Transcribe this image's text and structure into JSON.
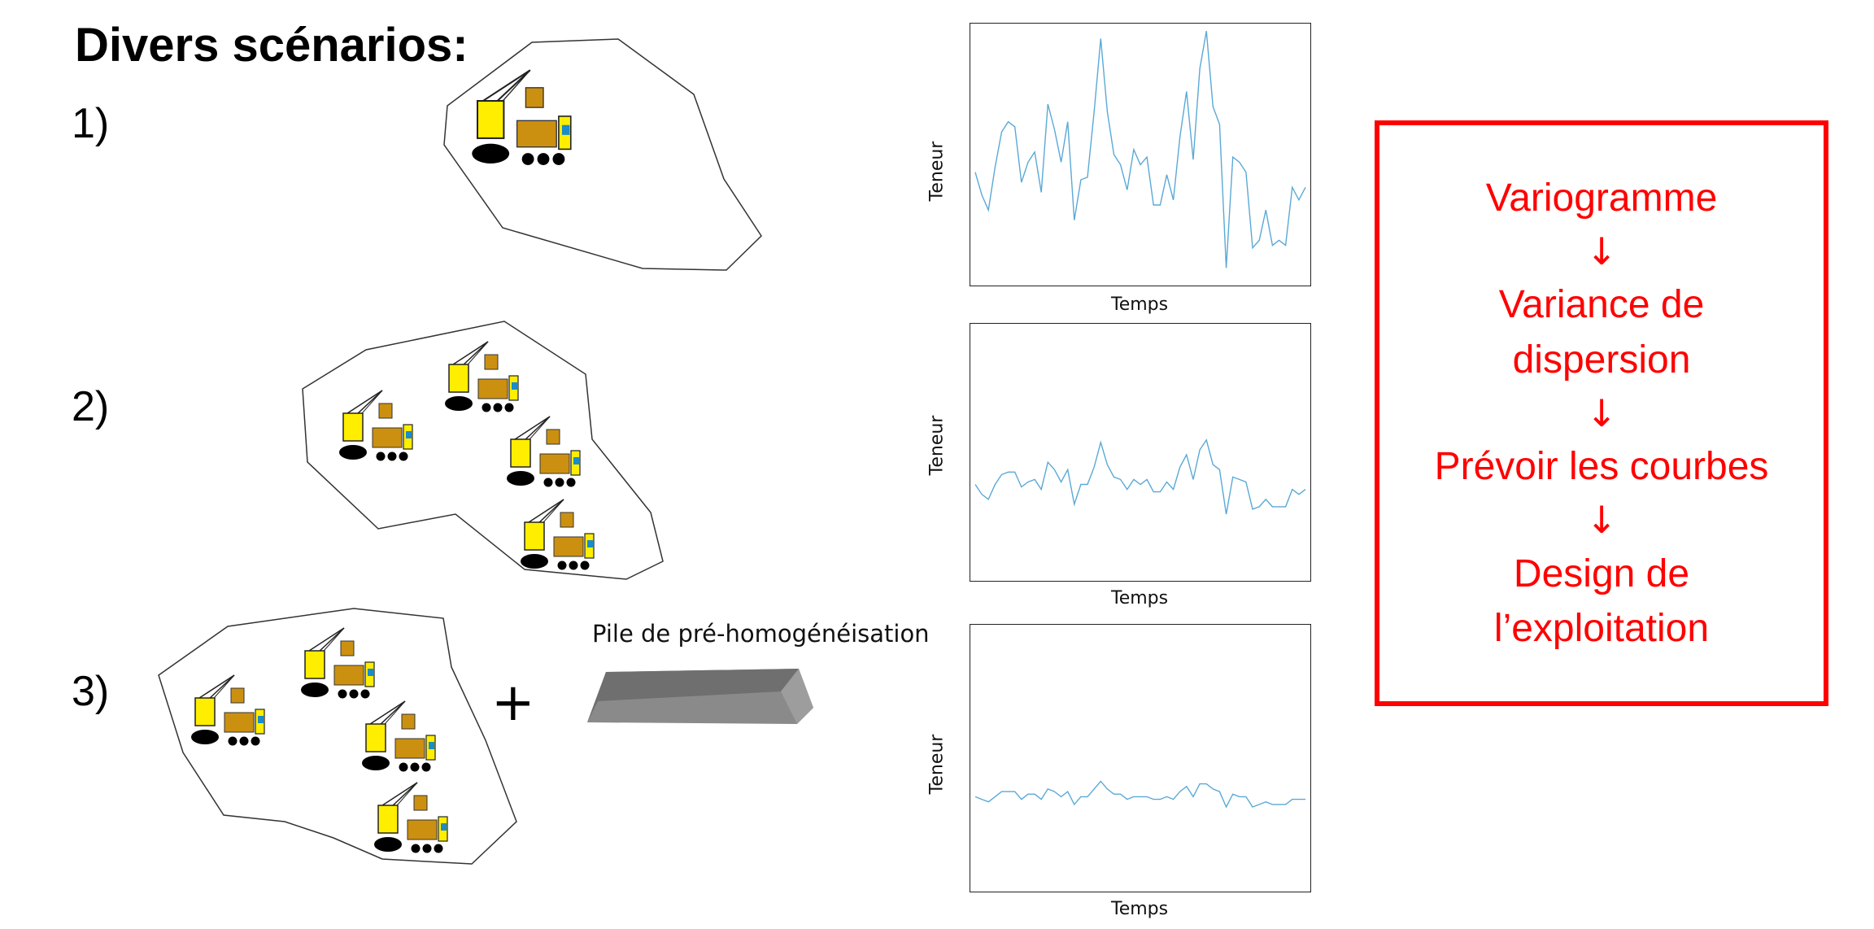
{
  "title": "Divers scénarios:",
  "scenarios": [
    {
      "number": "1)"
    },
    {
      "number": "2)"
    },
    {
      "number": "3)"
    }
  ],
  "pile_label": "Pile de pré-homogénéisation",
  "plus_sign": "+",
  "equipment_icons": [
    "excavator-icon",
    "dump-truck-icon"
  ],
  "colors": {
    "accent": "#ff0000",
    "series": "#5aa9d6",
    "excavator": "#ffee00",
    "truck": "#cc9011",
    "pile": "#8a8a8a"
  },
  "flow": {
    "steps": [
      "Variogramme",
      "Variance de dispersion",
      "Prévoir les courbes",
      "Design de l’exploitation"
    ],
    "arrow": "↓"
  },
  "chart_data": [
    {
      "type": "line",
      "xlabel": "Temps",
      "ylabel": "Teneur",
      "x": [
        1,
        2,
        3,
        4,
        5,
        6,
        7,
        8,
        9,
        10,
        11,
        12,
        13,
        14,
        15,
        16,
        17,
        18,
        19,
        20,
        21,
        22,
        23,
        24,
        25,
        26,
        27,
        28,
        29,
        30,
        31,
        32,
        33,
        34,
        35,
        36,
        37,
        38,
        39,
        40,
        41,
        42,
        43,
        44,
        45,
        46,
        47,
        48,
        49,
        50,
        51
      ],
      "values": [
        0.43,
        0.34,
        0.28,
        0.45,
        0.59,
        0.63,
        0.61,
        0.39,
        0.47,
        0.51,
        0.35,
        0.7,
        0.6,
        0.47,
        0.63,
        0.24,
        0.4,
        0.41,
        0.67,
        0.96,
        0.67,
        0.5,
        0.46,
        0.36,
        0.52,
        0.46,
        0.49,
        0.3,
        0.3,
        0.42,
        0.32,
        0.57,
        0.75,
        0.48,
        0.84,
        0.99,
        0.69,
        0.62,
        0.05,
        0.49,
        0.47,
        0.43,
        0.13,
        0.16,
        0.28,
        0.14,
        0.16,
        0.14,
        0.37,
        0.32,
        0.37
      ],
      "ylim": [
        0,
        1
      ]
    },
    {
      "type": "line",
      "xlabel": "Temps",
      "ylabel": "Teneur",
      "x": [
        1,
        2,
        3,
        4,
        5,
        6,
        7,
        8,
        9,
        10,
        11,
        12,
        13,
        14,
        15,
        16,
        17,
        18,
        19,
        20,
        21,
        22,
        23,
        24,
        25,
        26,
        27,
        28,
        29,
        30,
        31,
        32,
        33,
        34,
        35,
        36,
        37,
        38,
        39,
        40,
        41,
        42,
        43,
        44,
        45,
        46,
        47,
        48,
        49,
        50,
        51
      ],
      "values": [
        0.37,
        0.33,
        0.31,
        0.37,
        0.41,
        0.42,
        0.42,
        0.36,
        0.38,
        0.39,
        0.35,
        0.46,
        0.43,
        0.38,
        0.43,
        0.29,
        0.37,
        0.37,
        0.44,
        0.54,
        0.45,
        0.4,
        0.39,
        0.35,
        0.39,
        0.37,
        0.39,
        0.34,
        0.34,
        0.38,
        0.35,
        0.44,
        0.49,
        0.39,
        0.51,
        0.55,
        0.45,
        0.43,
        0.25,
        0.4,
        0.39,
        0.38,
        0.27,
        0.28,
        0.31,
        0.28,
        0.28,
        0.28,
        0.35,
        0.33,
        0.35
      ],
      "ylim": [
        0,
        1
      ]
    },
    {
      "type": "line",
      "xlabel": "Temps",
      "ylabel": "Teneur",
      "x": [
        1,
        2,
        3,
        4,
        5,
        6,
        7,
        8,
        9,
        10,
        11,
        12,
        13,
        14,
        15,
        16,
        17,
        18,
        19,
        20,
        21,
        22,
        23,
        24,
        25,
        26,
        27,
        28,
        29,
        30,
        31,
        32,
        33,
        34,
        35,
        36,
        37,
        38,
        39,
        40,
        41,
        42,
        43,
        44,
        45,
        46,
        47,
        48,
        49,
        50,
        51
      ],
      "values": [
        0.35,
        0.34,
        0.33,
        0.35,
        0.37,
        0.37,
        0.37,
        0.34,
        0.36,
        0.36,
        0.34,
        0.38,
        0.37,
        0.35,
        0.37,
        0.32,
        0.35,
        0.35,
        0.38,
        0.41,
        0.38,
        0.36,
        0.36,
        0.34,
        0.35,
        0.35,
        0.35,
        0.34,
        0.34,
        0.35,
        0.34,
        0.37,
        0.39,
        0.35,
        0.4,
        0.4,
        0.38,
        0.37,
        0.31,
        0.36,
        0.35,
        0.35,
        0.31,
        0.32,
        0.33,
        0.32,
        0.32,
        0.32,
        0.34,
        0.34,
        0.34
      ],
      "ylim": [
        0,
        1
      ]
    }
  ]
}
